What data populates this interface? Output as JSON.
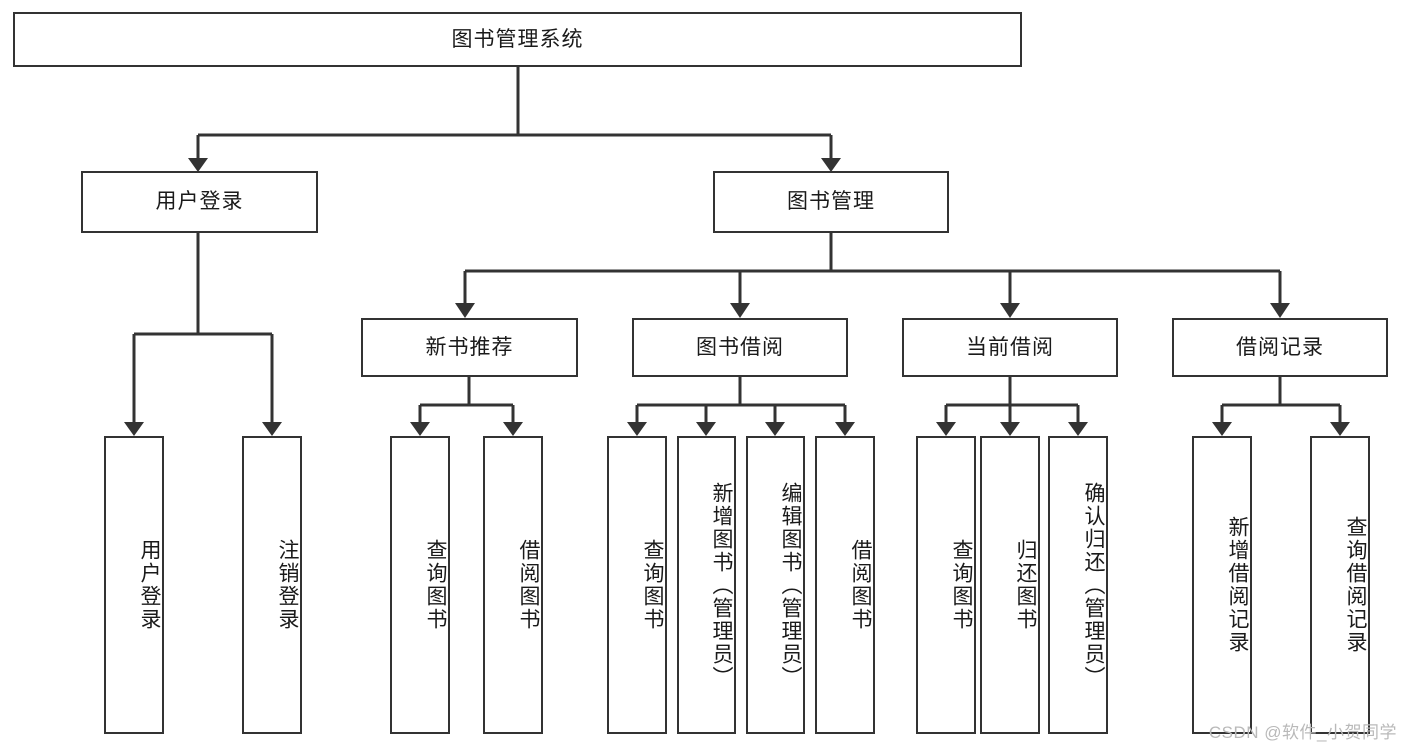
{
  "diagram": {
    "title": "图书管理系统",
    "type": "hierarchy-tree",
    "colors": {
      "background": "#ffffff",
      "line": "#333333",
      "border": "#333333",
      "text": "#1a1a1a",
      "watermark": "#b9b9b9"
    },
    "root": {
      "label": "图书管理系统"
    },
    "level2": [
      {
        "label": "用户登录"
      },
      {
        "label": "图书管理"
      }
    ],
    "level3": [
      {
        "label": "新书推荐"
      },
      {
        "label": "图书借阅"
      },
      {
        "label": "当前借阅"
      },
      {
        "label": "借阅记录"
      }
    ],
    "leaves": {
      "user_login": [
        {
          "label": "用户登录"
        },
        {
          "label": "注销登录"
        }
      ],
      "new_book": [
        {
          "label": "查询图书"
        },
        {
          "label": "借阅图书"
        }
      ],
      "book_borrow": [
        {
          "label": "查询图书"
        },
        {
          "label": "新增图书（管理员）"
        },
        {
          "label": "编辑图书（管理员）"
        },
        {
          "label": "借阅图书"
        }
      ],
      "current_borrow": [
        {
          "label": "查询图书"
        },
        {
          "label": "归还图书"
        },
        {
          "label": "确认归还（管理员）"
        }
      ],
      "borrow_record": [
        {
          "label": "新增借阅记录"
        },
        {
          "label": "查询借阅记录"
        }
      ]
    }
  },
  "watermark": {
    "text": "CSDN @软件_小贺同学"
  }
}
